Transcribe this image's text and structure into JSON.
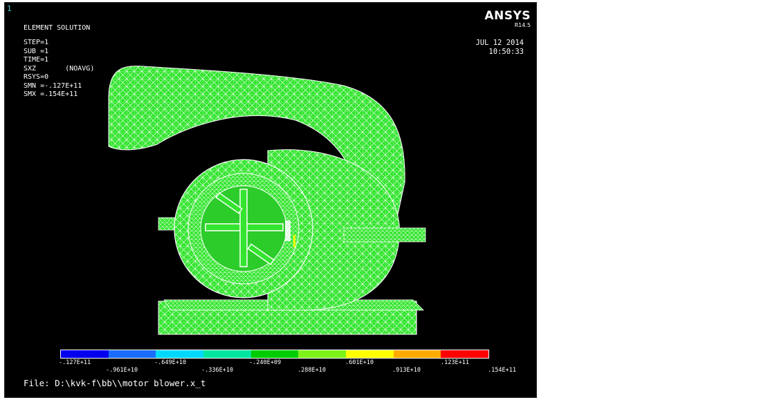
{
  "window": {
    "number": "1"
  },
  "header": {
    "title": "ELEMENT SOLUTION"
  },
  "info_lines": [
    "STEP=1",
    "SUB =1",
    "TIME=1",
    "SXZ       (NOAVG)",
    "RSYS=0",
    "SMN =-.127E+11",
    "SMX =.154E+11"
  ],
  "logo": {
    "name": "ANSYS",
    "release": "R14.5"
  },
  "datetime": {
    "date": "JUL 12 2014",
    "time": "10:50:33"
  },
  "legend": {
    "colors": [
      "#0000ee",
      "#1a6cff",
      "#00d8ff",
      "#00e6a0",
      "#00cc00",
      "#7df21a",
      "#ffff00",
      "#ffaa00",
      "#ff0000"
    ],
    "upper_labels": [
      ".127E+11",
      ".649E+10",
      ".240E+09",
      ".601E+10",
      ".123E+11"
    ],
    "upper_signs": [
      "-",
      "-",
      "-",
      "",
      ""
    ],
    "lower_labels": [
      "-.961E+10",
      "-.336E+10",
      ".288E+10",
      ".913E+10",
      ".154E+11"
    ]
  },
  "file": {
    "label": "File: D:\\kvk-f\\bb\\\\motor blower.x_t"
  },
  "model": {
    "mesh_color": "#33e52e",
    "edge_color": "#ffffff"
  }
}
